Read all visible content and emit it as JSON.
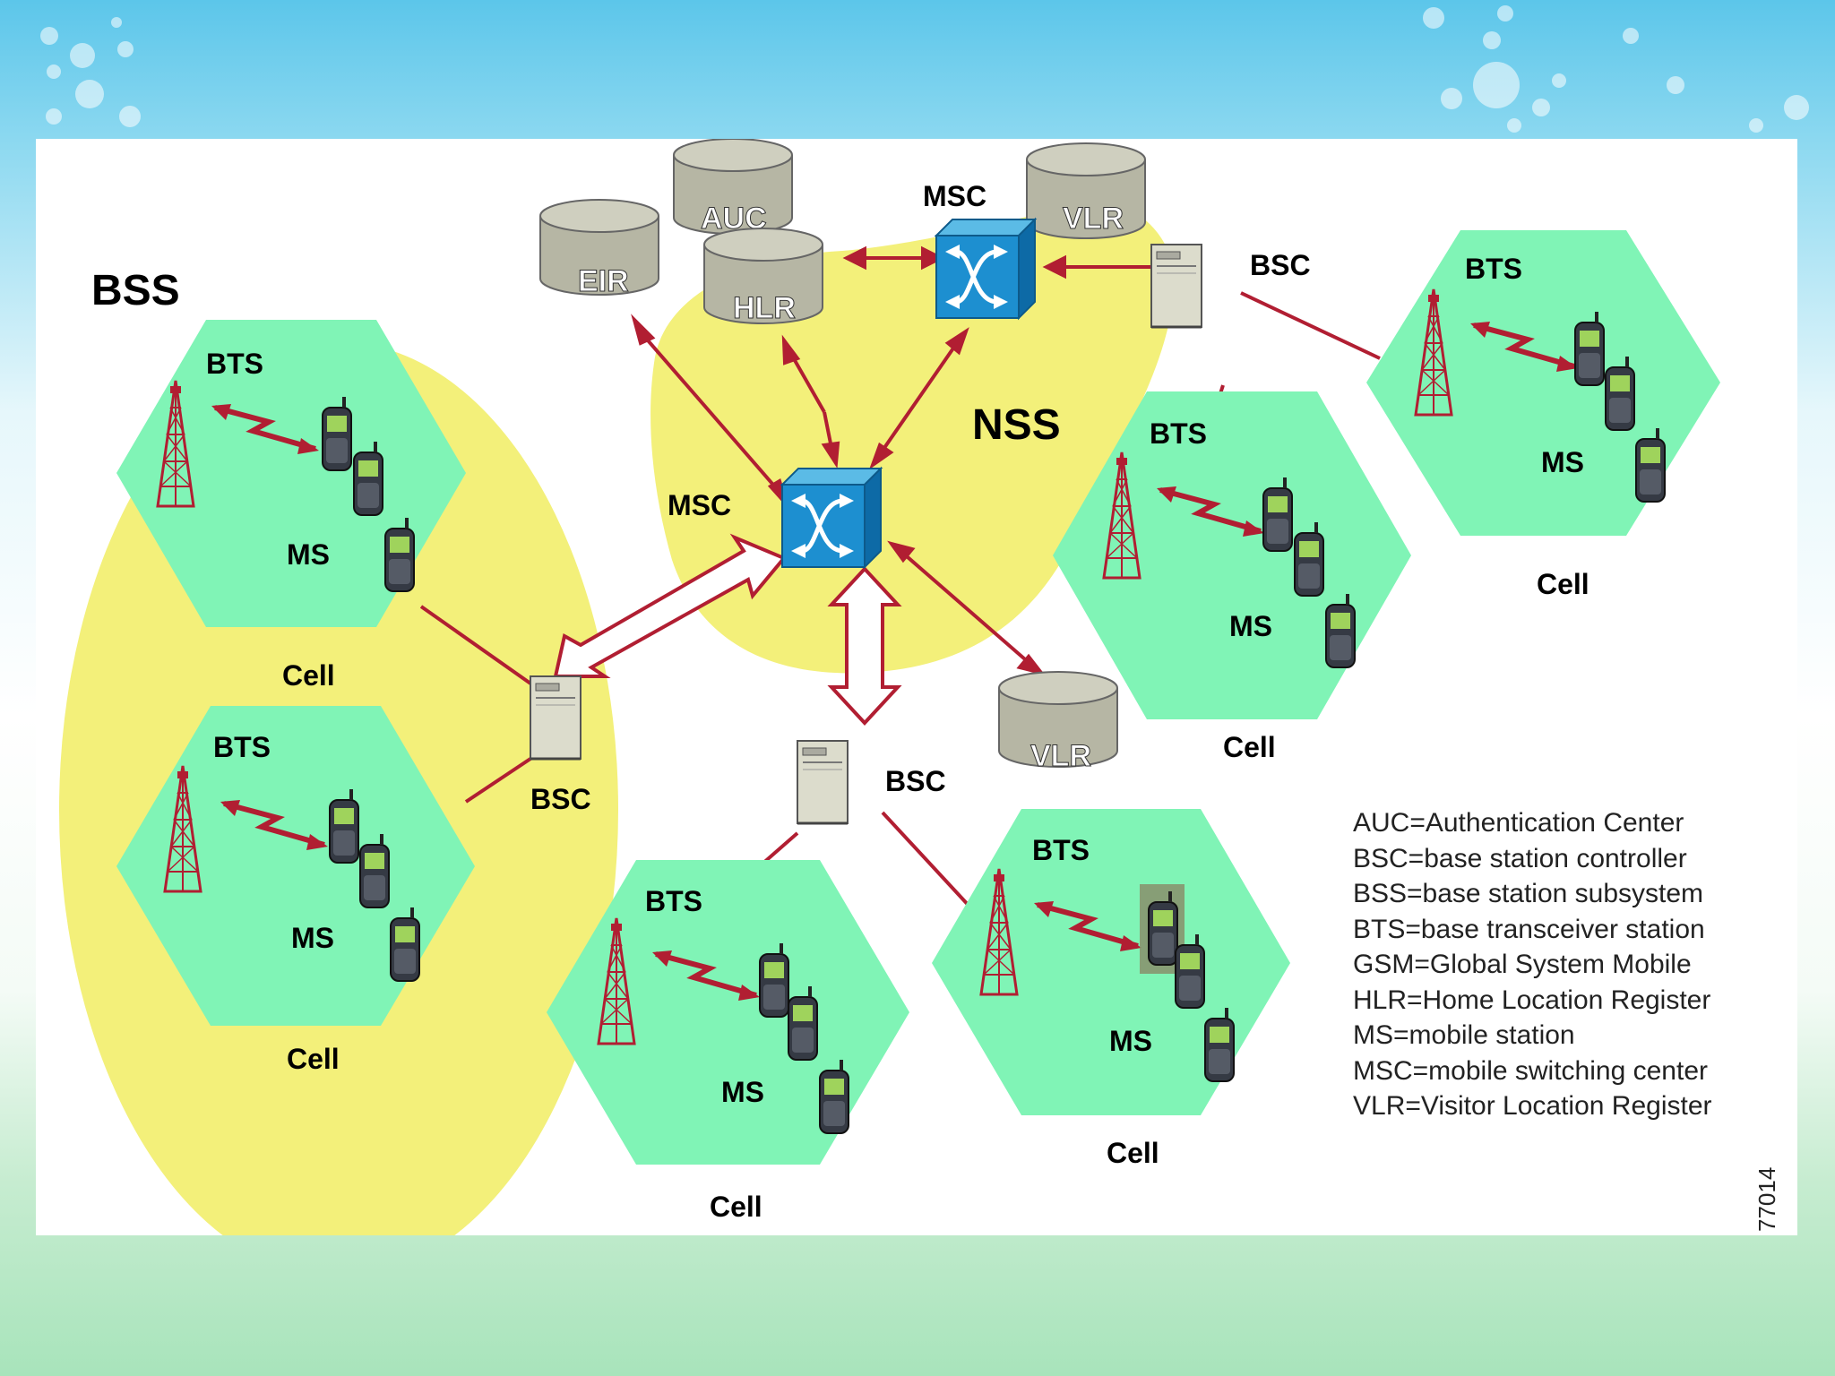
{
  "labels": {
    "bss": "BSS",
    "nss": "NSS",
    "bts": "BTS",
    "ms": "MS",
    "cell": "Cell",
    "bsc": "BSC",
    "msc": "MSC",
    "auc": "AUC",
    "eir": "EIR",
    "hlr": "HLR",
    "vlr": "VLR"
  },
  "legend": [
    "AUC=Authentication Center",
    "BSC=base station controller",
    "BSS=base station subsystem",
    "BTS=base transceiver station",
    "GSM=Global System Mobile",
    "HLR=Home Location Register",
    "MS=mobile station",
    "MSC=mobile switching center",
    "VLR=Visitor Location Register"
  ],
  "figure_id": "77014",
  "colors": {
    "cell_fill": "#80f4b6",
    "ellipse_fill": "#f3f07a",
    "link": "#b11e32",
    "switch": "#1d8fd0",
    "database": "#bcbcaa"
  }
}
